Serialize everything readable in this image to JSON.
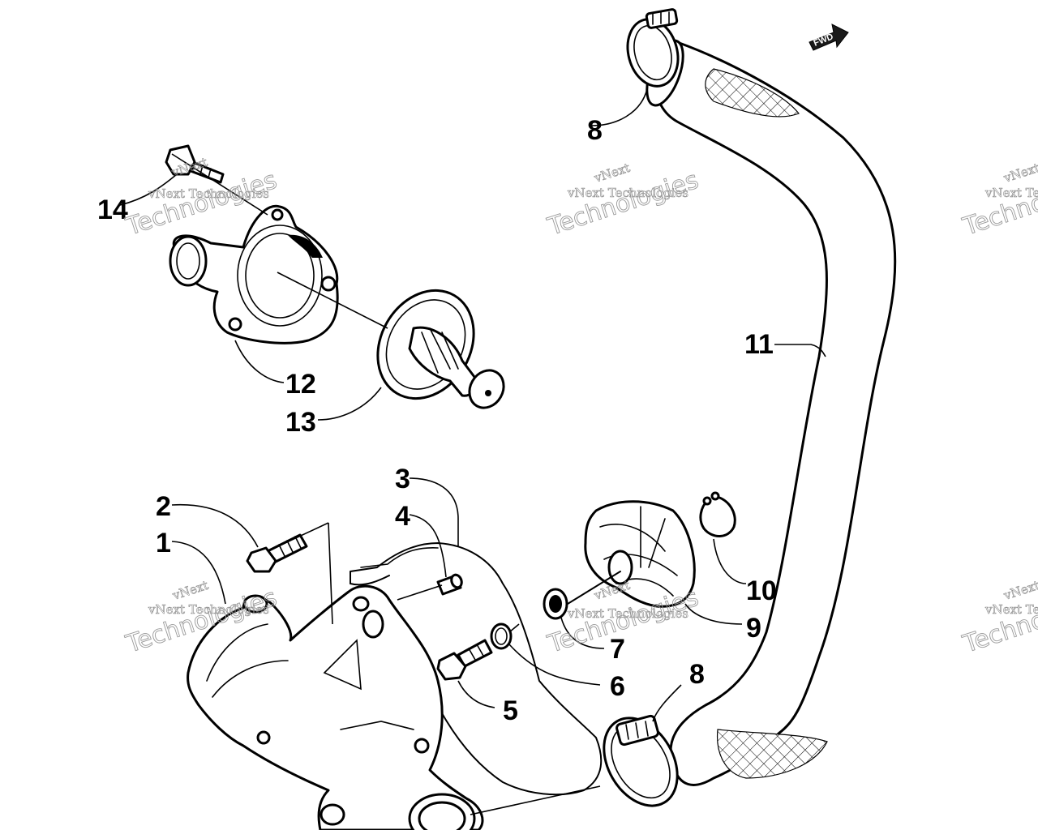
{
  "diagram": {
    "direction_badge": "FWD",
    "callouts": [
      {
        "id": "c1",
        "label": "1"
      },
      {
        "id": "c2",
        "label": "2"
      },
      {
        "id": "c3",
        "label": "3"
      },
      {
        "id": "c4",
        "label": "4"
      },
      {
        "id": "c5",
        "label": "5"
      },
      {
        "id": "c6",
        "label": "6"
      },
      {
        "id": "c7",
        "label": "7"
      },
      {
        "id": "c8a",
        "label": "8"
      },
      {
        "id": "c8b",
        "label": "8"
      },
      {
        "id": "c9",
        "label": "9"
      },
      {
        "id": "c10",
        "label": "10"
      },
      {
        "id": "c11",
        "label": "11"
      },
      {
        "id": "c12",
        "label": "12"
      },
      {
        "id": "c13",
        "label": "13"
      },
      {
        "id": "c14",
        "label": "14"
      }
    ]
  },
  "watermark": {
    "small": "vNext Technologies",
    "big": "Technologies",
    "word": "vNext"
  }
}
